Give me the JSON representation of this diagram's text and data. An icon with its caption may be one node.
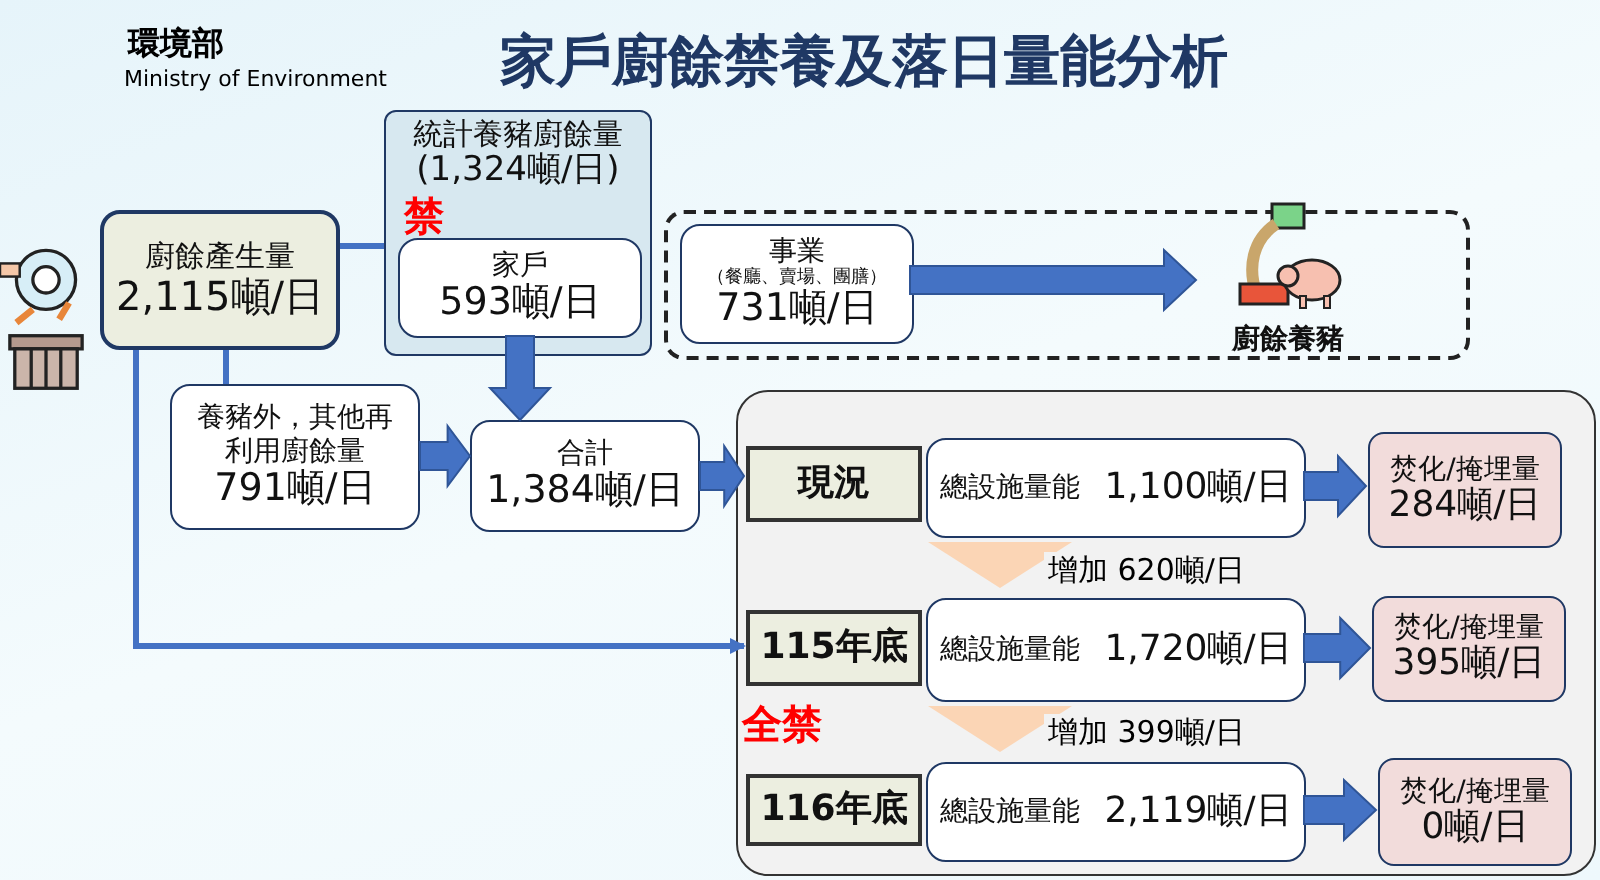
{
  "diagram": {
    "title": "家戶廚餘禁養及落日量能分析",
    "nodes": [
      {
        "text": [
          "廚餘產生量",
          "2,115噸/日"
        ]
      },
      {
        "text": [
          "統計養豬廚餘量",
          "(1,324噸/日)"
        ]
      },
      {
        "text": [
          "家戶",
          "593噸/日"
        ],
        "in": 1,
        "beside": [
          "禁"
        ]
      },
      {
        "text": [],
        "shape": "box"
      },
      {
        "text": [
          "事業",
          "（餐廳、賣場、團膳）",
          "731噸/日"
        ],
        "in": 3
      },
      {
        "text": [
          "廚餘養豬"
        ],
        "in": 3
      },
      {
        "text": [
          "養豬外，其他再利用廚餘量",
          "791噸/日"
        ]
      },
      {
        "text": [
          "合計",
          "1,384噸/日"
        ]
      },
      {
        "text": [],
        "shape": "box"
      },
      {
        "text": [
          "現況"
        ],
        "in": 8
      },
      {
        "text": [
          "總設施量能",
          "1,100噸/日"
        ],
        "in": 8
      },
      {
        "text": [
          "焚化/掩埋量",
          "284噸/日"
        ],
        "in": 8
      },
      {
        "text": [
          "115年底"
        ],
        "in": 8,
        "beside": [
          "全禁"
        ]
      },
      {
        "text": [
          "總設施量能",
          "1,720噸/日"
        ],
        "in": 8
      },
      {
        "text": [
          "焚化/掩埋量",
          "395噸/日"
        ],
        "in": 8
      },
      {
        "text": [
          "116年底"
        ],
        "in": 8
      },
      {
        "text": [
          "總設施量能",
          "2,119噸/日"
        ],
        "in": 8
      },
      {
        "text": [
          "焚化/掩埋量",
          "0噸/日"
        ],
        "in": 8
      }
    ],
    "edges": [
      {
        "from": 0,
        "to": 1,
        "arrow": "none"
      },
      {
        "from": 0,
        "to": 6,
        "arrow": "none"
      },
      {
        "from": 0,
        "to": 12,
        "arrow": "to"
      },
      {
        "from": 2,
        "to": 7,
        "arrow": "to",
        "style": "thick"
      },
      {
        "from": 6,
        "to": 7,
        "arrow": "to",
        "style": "thick"
      },
      {
        "from": 4,
        "to": 5,
        "arrow": "to",
        "style": "thick"
      },
      {
        "from": 7,
        "to": 9,
        "arrow": "to",
        "style": "thick"
      },
      {
        "from": 10,
        "to": 11,
        "arrow": "to",
        "style": "thick"
      },
      {
        "from": 13,
        "to": 14,
        "arrow": "to",
        "style": "thick"
      },
      {
        "from": 16,
        "to": 17,
        "arrow": "to",
        "style": "thick"
      },
      {
        "from": 10,
        "to": 13,
        "arrow": "to",
        "style": "thick",
        "color": "#fbd5b5",
        "label": "增加 620噸/日"
      },
      {
        "from": 13,
        "to": 16,
        "arrow": "to",
        "style": "thick",
        "color": "#fbd5b5",
        "label": "增加 399噸/日"
      }
    ],
    "labels": [
      "環境部",
      "Ministry of Environment"
    ]
  }
}
